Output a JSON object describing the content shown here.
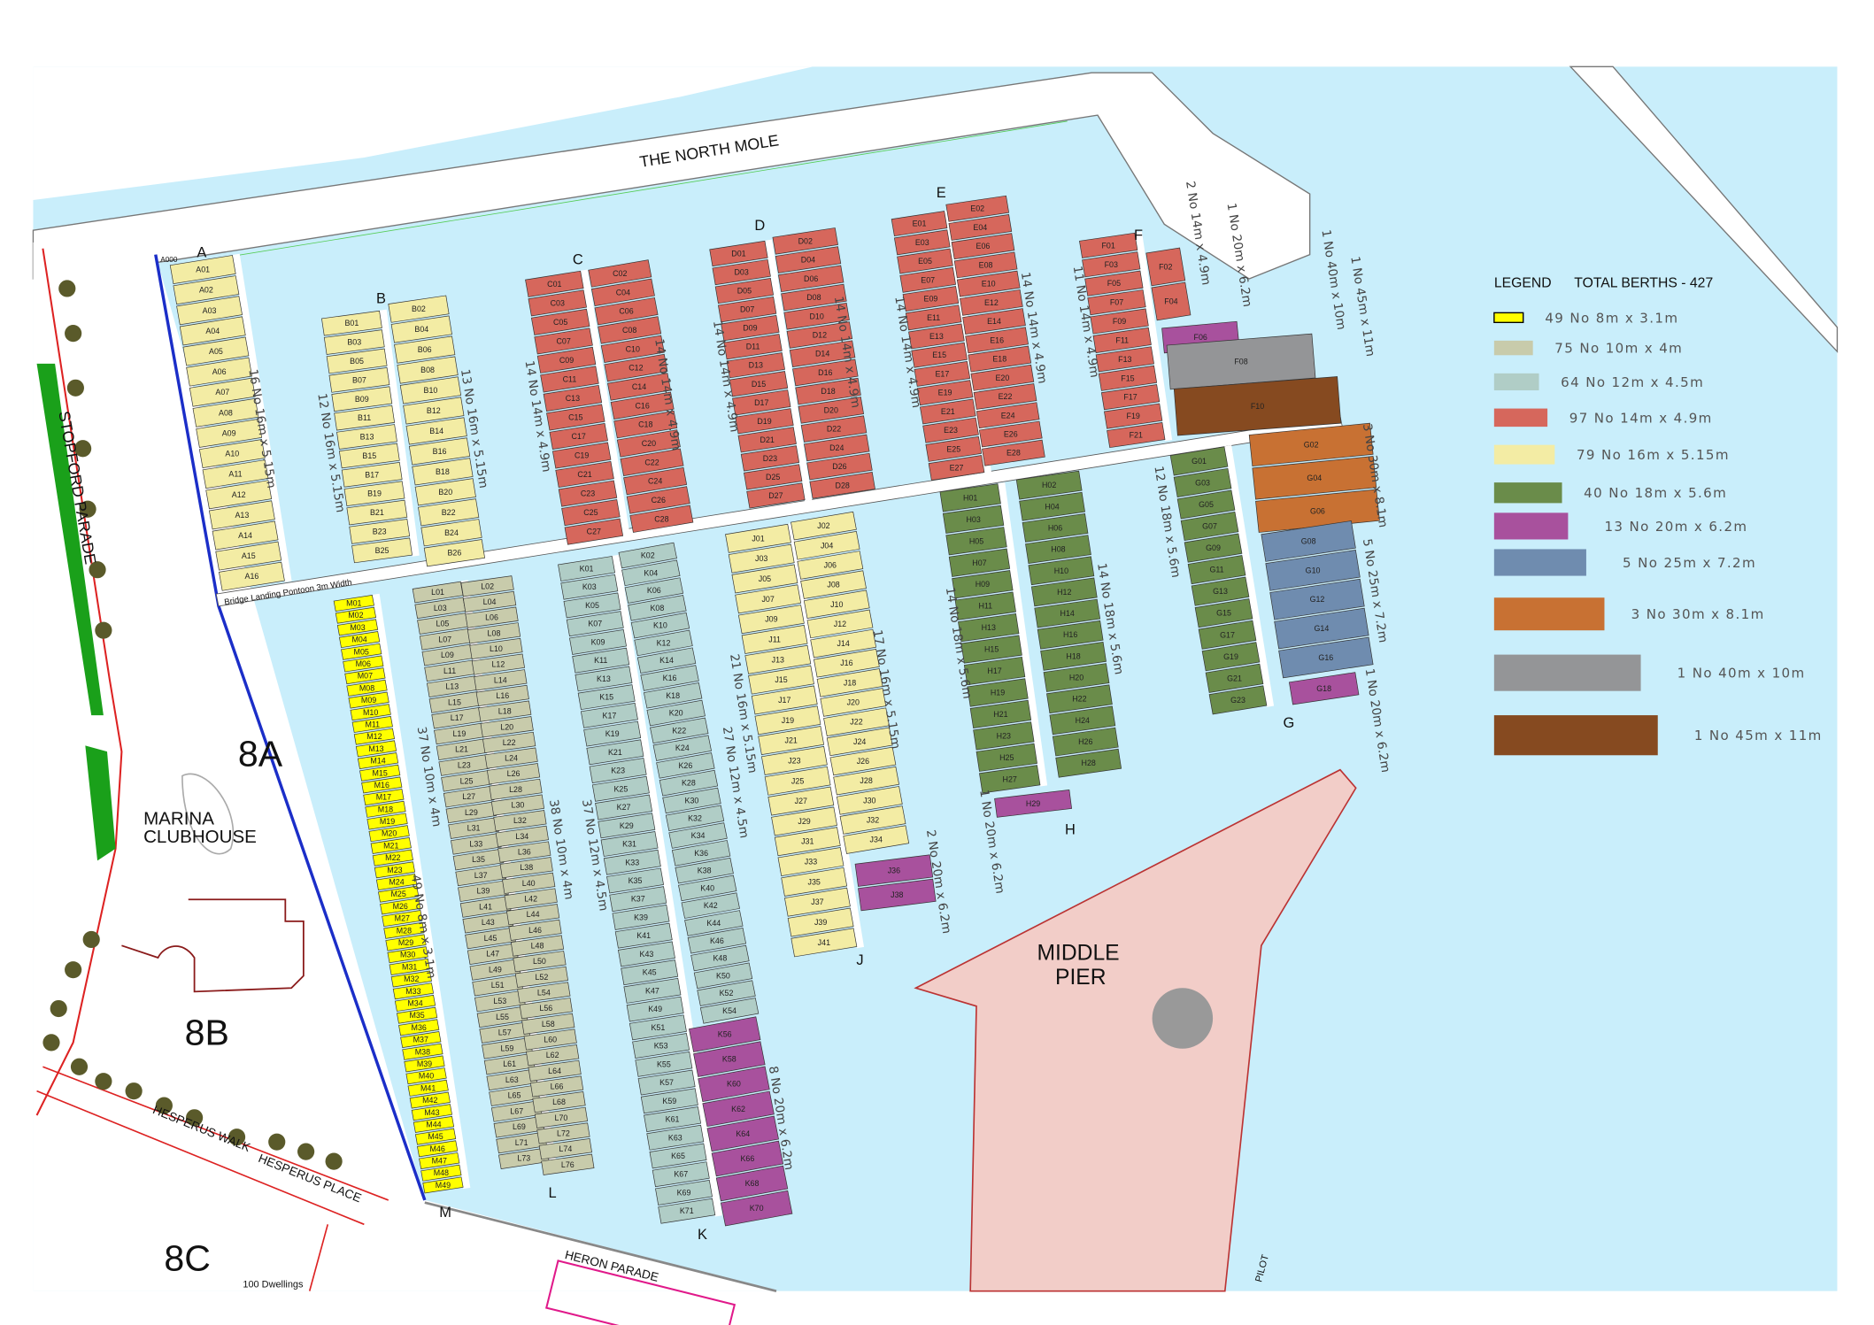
{
  "places": {
    "north_mole": "THE NORTH MOLE",
    "stopford_parade": "STOPFORD PARADE",
    "zone_8a": "8A",
    "zone_8b": "8B",
    "zone_8c": "8C",
    "clubhouse_1": "MARINA",
    "clubhouse_2": "CLUBHOUSE",
    "middle_pier_1": "MIDDLE",
    "middle_pier_2": "PIER",
    "heron_parade": "HERON PARADE",
    "hesperus_walk": "HESPERUS WALK",
    "hesperus_place": "HESPERUS PLACE",
    "dwellings": "100 Dwellings",
    "pilot": "PILOT",
    "bridge_pontoon": "Bridge Landing Pontoon 3m Width",
    "a000": "A000"
  },
  "legend": {
    "title": "LEGEND",
    "total": "TOTAL BERTHS - 427",
    "items": [
      {
        "label": "49 No 8m x 3.1m",
        "color": "#ffff00"
      },
      {
        "label": "75 No 10m x 4m",
        "color": "#c8cbab"
      },
      {
        "label": "64 No 12m x 4.5m",
        "color": "#b0cdc6"
      },
      {
        "label": "97 No 14m x 4.9m",
        "color": "#d6675c"
      },
      {
        "label": "79 No 16m x 5.15m",
        "color": "#f3eca4"
      },
      {
        "label": "40 No 18m x 5.6m",
        "color": "#6a8c4a"
      },
      {
        "label": "13 No 20m x 6.2m",
        "color": "#a8519d"
      },
      {
        "label": "5 No 25m x 7.2m",
        "color": "#6f8caf"
      },
      {
        "label": "3 No 30m x 8.1m",
        "color": "#c87133"
      },
      {
        "label": "1 No 40m x 10m",
        "color": "#949597"
      },
      {
        "label": "1 No 45m x 11m",
        "color": "#864a20"
      }
    ]
  },
  "pontoons": [
    {
      "letter": "A",
      "columns": [
        {
          "prefix": "A",
          "from": 1,
          "to": 16,
          "step": 1,
          "color": "#f3eca4"
        }
      ]
    },
    {
      "letter": "B",
      "columns": [
        {
          "prefix": "B",
          "from": 1,
          "to": 25,
          "step": 2,
          "color": "#f3eca4"
        },
        {
          "prefix": "B",
          "from": 2,
          "to": 26,
          "step": 2,
          "color": "#f3eca4"
        }
      ]
    },
    {
      "letter": "C",
      "columns": [
        {
          "prefix": "C",
          "from": 1,
          "to": 27,
          "step": 2,
          "color": "#d6675c"
        },
        {
          "prefix": "C",
          "from": 2,
          "to": 28,
          "step": 2,
          "color": "#d6675c"
        }
      ]
    },
    {
      "letter": "D",
      "columns": [
        {
          "prefix": "D",
          "from": 1,
          "to": 27,
          "step": 2,
          "color": "#d6675c"
        },
        {
          "prefix": "D",
          "from": 2,
          "to": 28,
          "step": 2,
          "color": "#d6675c"
        }
      ]
    },
    {
      "letter": "E",
      "columns": [
        {
          "prefix": "E",
          "from": 1,
          "to": 27,
          "step": 2,
          "color": "#d6675c"
        },
        {
          "prefix": "E",
          "from": 2,
          "to": 28,
          "step": 2,
          "color": "#d6675c"
        }
      ]
    },
    {
      "letter": "F",
      "columns": [
        {
          "prefix": "F",
          "from": 1,
          "to": 21,
          "step": 2,
          "color": "#d6675c"
        },
        {
          "prefix": "F",
          "from": 2,
          "to": 4,
          "step": 2,
          "color": "#d6675c"
        },
        {
          "prefix": "F",
          "from": 6,
          "to": 6,
          "step": 2,
          "color": "#a8519d"
        },
        {
          "prefix": "F",
          "from": 8,
          "to": 8,
          "step": 2,
          "color": "#949597"
        },
        {
          "prefix": "F",
          "from": 10,
          "to": 10,
          "step": 2,
          "color": "#864a20"
        }
      ]
    },
    {
      "letter": "G",
      "columns": [
        {
          "prefix": "G",
          "from": 1,
          "to": 23,
          "step": 2,
          "color": "#6a8c4a"
        },
        {
          "prefix": "G",
          "from": 2,
          "to": 6,
          "step": 2,
          "color": "#c87133"
        },
        {
          "prefix": "G",
          "from": 8,
          "to": 16,
          "step": 2,
          "color": "#6f8caf"
        },
        {
          "prefix": "G",
          "from": 18,
          "to": 18,
          "step": 2,
          "color": "#a8519d"
        }
      ]
    },
    {
      "letter": "H",
      "columns": [
        {
          "prefix": "H",
          "from": 1,
          "to": 27,
          "step": 2,
          "color": "#6a8c4a"
        },
        {
          "prefix": "H",
          "from": 2,
          "to": 28,
          "step": 2,
          "color": "#6a8c4a"
        },
        {
          "prefix": "H",
          "from": 29,
          "to": 29,
          "step": 2,
          "color": "#a8519d"
        }
      ]
    },
    {
      "letter": "J",
      "columns": [
        {
          "prefix": "J",
          "from": 1,
          "to": 41,
          "step": 2,
          "color": "#f3eca4"
        },
        {
          "prefix": "J",
          "from": 2,
          "to": 34,
          "step": 2,
          "color": "#f3eca4"
        },
        {
          "prefix": "J",
          "from": 36,
          "to": 38,
          "step": 2,
          "color": "#a8519d"
        }
      ]
    },
    {
      "letter": "K",
      "columns": [
        {
          "prefix": "K",
          "from": 1,
          "to": 71,
          "step": 2,
          "color": "#b0cdc6"
        },
        {
          "prefix": "K",
          "from": 2,
          "to": 54,
          "step": 2,
          "color": "#b0cdc6"
        },
        {
          "prefix": "K",
          "from": 56,
          "to": 70,
          "step": 2,
          "color": "#a8519d"
        }
      ]
    },
    {
      "letter": "L",
      "columns": [
        {
          "prefix": "L",
          "from": 1,
          "to": 73,
          "step": 2,
          "color": "#c8cbab"
        },
        {
          "prefix": "L",
          "from": 2,
          "to": 76,
          "step": 2,
          "color": "#c8cbab"
        }
      ]
    },
    {
      "letter": "M",
      "columns": [
        {
          "prefix": "M",
          "from": 1,
          "to": 49,
          "step": 1,
          "color": "#ffff00"
        }
      ]
    }
  ],
  "annotations": [
    "16 No 16m x 5.15m",
    "12 No 16m x 5.15m",
    "13 No 16m x 5.15m",
    "14 No 14m x 4.9m",
    "14 No 14m x 4.9m",
    "14 No 14m x 4.9m",
    "14 No 14m x 4.9m",
    "14 No 14m x 4.9m",
    "14 No 14m x 4.9m",
    "11 No 14m x 4.9m",
    "2 No 14m x 4.9m",
    "1 No 20m x 6.2m",
    "1 No 40m x 10m",
    "1 No 45m x 11m",
    "3 No 30m x 8.1m",
    "5 No 25m x 7.2m",
    "1 No 20m x 6.2m",
    "12 No 18m x 5.6m",
    "14 No 18m x 5.6m",
    "14 No 18m x 5.6m",
    "1 No 20m x 6.2m",
    "21 No 16m x 5.15m",
    "17 No 16m x 5.15m",
    "2 No 20m x 6.2m",
    "27 No 12m x 4.5m",
    "37 No 12m x 4.5m",
    "8 No 20m x 6.2m",
    "38 No 10m x 4m",
    "37 No 10m x 4m",
    "49 No 8m x 3.1m"
  ]
}
